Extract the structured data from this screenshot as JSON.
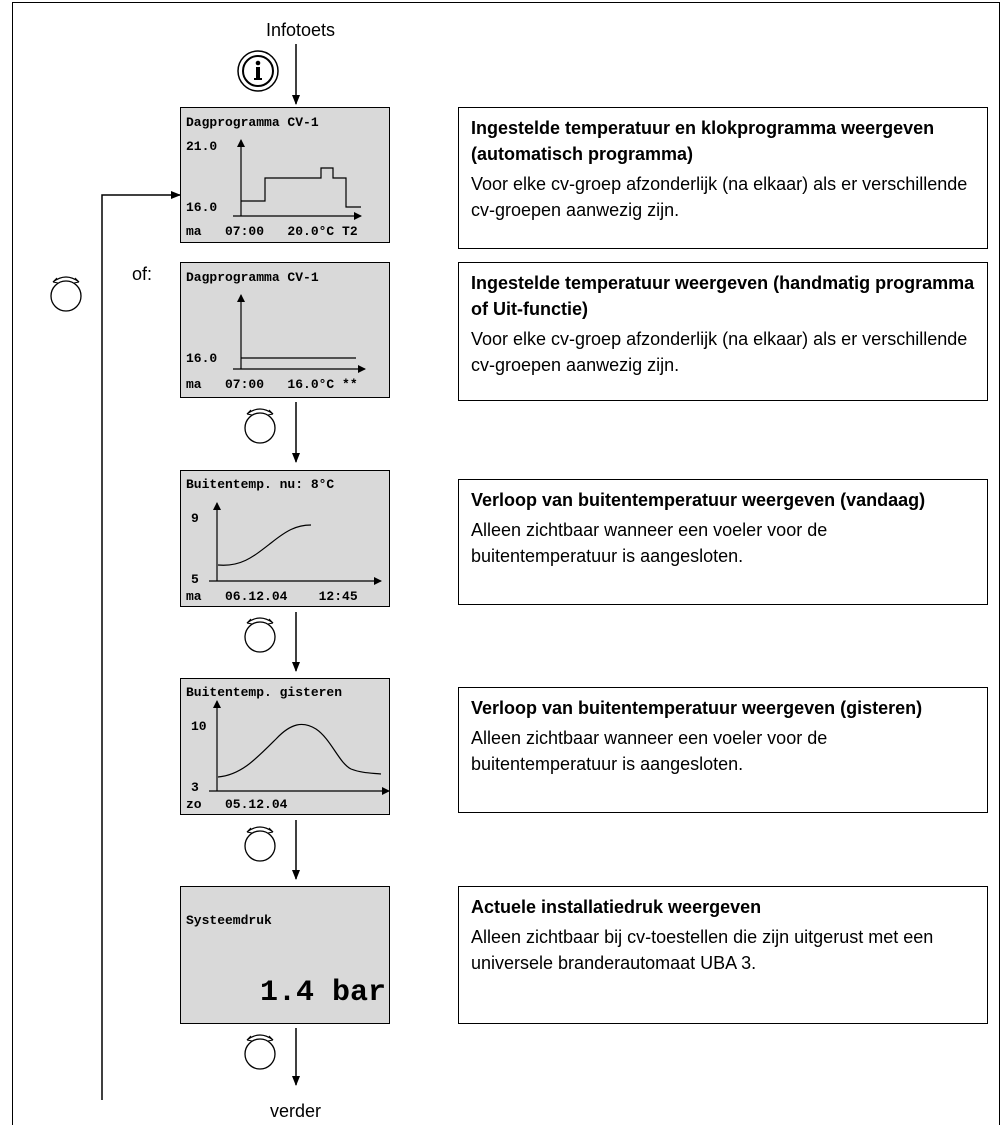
{
  "top_label": "Infotoets",
  "bottom_label": "verder",
  "or_label": "of:",
  "info_icon": "info-button-icon",
  "knob_icon": "rotary-knob-icon",
  "screens": {
    "s1": {
      "title": "Dagprogramma CV-1",
      "ytop": "21.0",
      "ybottom": "16.0",
      "footer": "ma   07:00   20.0°C T2"
    },
    "s2": {
      "title": "Dagprogramma CV-1",
      "ybottom": "16.0",
      "footer": "ma   07:00   16.0°C **"
    },
    "s3": {
      "title": "Buitentemp. nu: 8°C",
      "ytop": "9",
      "ybottom": "5",
      "footer": "ma   06.12.04    12:45"
    },
    "s4": {
      "title": "Buitentemp. gisteren",
      "ytop": "10",
      "ybottom": "3",
      "footer": "zo   05.12.04"
    },
    "s5": {
      "title": "Systeemdruk",
      "value": "1.4 bar"
    }
  },
  "descriptions": [
    {
      "heading": "Ingestelde temperatuur en klokprogramma weergeven (automatisch programma)",
      "body": "Voor elke cv-groep afzonderlijk (na elkaar) als er verschillende cv-groepen aanwezig zijn."
    },
    {
      "heading": "Ingestelde temperatuur weergeven (handmatig programma of Uit-functie)",
      "body": "Voor elke cv-groep afzonderlijk (na elkaar) als er verschillende cv-groepen aanwezig zijn."
    },
    {
      "heading": "Verloop van buitentemperatuur weergeven (vandaag)",
      "body": "Alleen zichtbaar wanneer een voeler voor de buitentemperatuur is aangesloten."
    },
    {
      "heading": "Verloop van buitentemperatuur weergeven (gisteren)",
      "body": "Alleen zichtbaar wanneer een voeler voor de buitentemperatuur is aangesloten."
    },
    {
      "heading": "Actuele installatiedruk weergeven",
      "body": "Alleen zichtbaar bij cv-toestellen die zijn uitgerust met een universele branderautomaat UBA 3."
    }
  ]
}
